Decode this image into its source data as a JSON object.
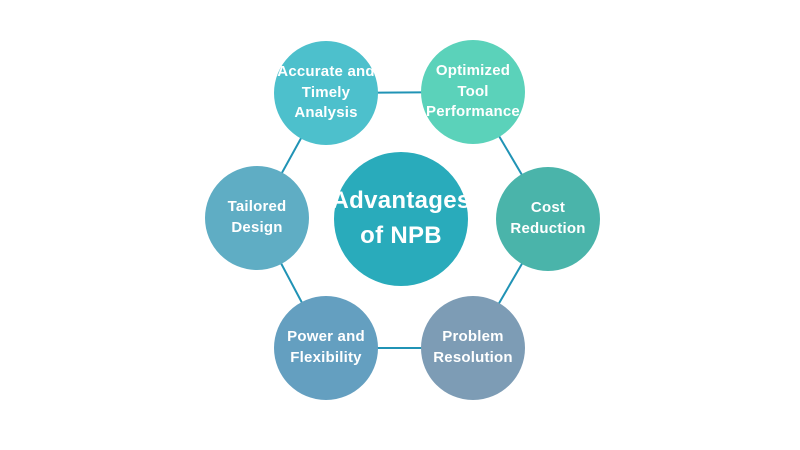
{
  "diagram": {
    "background_color": "#ffffff",
    "connector_color": "#2093b5",
    "text_color": "#ffffff",
    "center": {
      "label": "Advantages\nof NPB",
      "color": "#29abbb"
    },
    "nodes": [
      {
        "id": "accurate-timely-analysis",
        "label": "Accurate and\nTimely Analysis",
        "color": "#4dc0cc",
        "position": "top-left"
      },
      {
        "id": "optimized-tool-performance",
        "label": "Optimized Tool\nPerformance",
        "color": "#5bd2ba",
        "position": "top-right"
      },
      {
        "id": "cost-reduction",
        "label": "Cost\nReduction",
        "color": "#4ab4aa",
        "position": "right"
      },
      {
        "id": "problem-resolution",
        "label": "Problem\nResolution",
        "color": "#7d9cb5",
        "position": "bottom-right"
      },
      {
        "id": "power-and-flexibility",
        "label": "Power and\nFlexibility",
        "color": "#649fc0",
        "position": "bottom-left"
      },
      {
        "id": "tailored-design",
        "label": "Tailored\nDesign",
        "color": "#5fadc4",
        "position": "left"
      }
    ]
  }
}
